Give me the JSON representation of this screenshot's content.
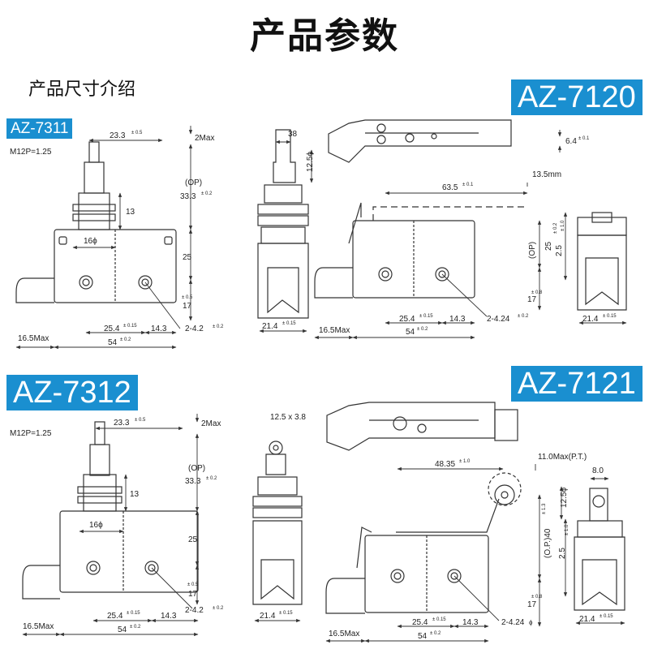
{
  "page": {
    "title": "产品参数",
    "section": "产品尺寸介绍"
  },
  "colors": {
    "badge": "#1a8fd0",
    "line": "#333333"
  },
  "models": {
    "az7311": {
      "label": "AZ-7311",
      "thread": "M12P=1.25",
      "top_width": "23.3",
      "top_width_tol": "± 0.5",
      "travel": "2Max",
      "op_label": "(OP)",
      "op": "33.3",
      "op_tol": "± 0.2",
      "h13": "13",
      "h25": "25",
      "h17": "17",
      "h17_tol": "± 0.5",
      "dia16": "16ϕ",
      "w25": "25.4",
      "w25_tol": "± 0.15",
      "w14": "14.3",
      "w54": "54",
      "w54_tol": "± 0.2",
      "hole": "2-4.2",
      "hole_tol": "± 0.2",
      "max16": "16.5Max",
      "side_38": "38",
      "side_125": "12.5ϕ",
      "side_214": "21.4",
      "side_214_tol": "± 0.15"
    },
    "az7120": {
      "label": "AZ-7120",
      "d64": "6.4",
      "d64_tol": "± 0.1",
      "d135": "13.5mm",
      "d635": "63.5",
      "d635_tol": "± 0.1",
      "op_label": "(OP)",
      "op": "25",
      "op_tol": "± 0.2",
      "d25": "2.5",
      "d25_tol": "± 1.0",
      "h17": "17",
      "h17_tol": "± 0.8",
      "w25": "25.4",
      "w25_tol": "± 0.15",
      "w14": "14.3",
      "w54": "54",
      "w54_tol": "± 0.2",
      "hole": "2-4.24",
      "hole_tol": "± 0.2",
      "max16": "16.5Max",
      "side_214": "21.4",
      "side_214_tol": "± 0.15"
    },
    "az7312": {
      "label": "AZ-7312",
      "thread": "M12P=1.25",
      "top_width": "23.3",
      "top_width_tol": "± 0.5",
      "travel": "2Max",
      "op_label": "(OP)",
      "op": "33.3",
      "op_tol": "± 0.2",
      "h13": "13",
      "h25": "25",
      "h17": "17",
      "h17_tol": "± 0.5",
      "dia16": "16ϕ",
      "w25": "25.4",
      "w25_tol": "± 0.15",
      "w14": "14.3",
      "w54": "54",
      "w54_tol": "± 0.2",
      "hole": "2-4.2",
      "hole_tol": "± 0.2",
      "max16": "16.5Max",
      "side_roller": "12.5 x 3.8",
      "side_214": "21.4",
      "side_214_tol": "± 0.15"
    },
    "az7121": {
      "label": "AZ-7121",
      "d48": "48.35",
      "d48_tol": "± 1.0",
      "d11": "11.0Max(P.T.)",
      "d80": "8.0",
      "d125": "12.5ϕ",
      "op": "(O.P.)40",
      "op_tol": "± 1.3",
      "d25": "2.5",
      "d25_tol": "± 1.0",
      "h17": "17",
      "h17_tol": "± 0.8",
      "w25": "25.4",
      "w25_tol": "± 0.15",
      "w14": "14.3",
      "w54": "54",
      "w54_tol": "± 0.2",
      "hole": "2-4.24",
      "hole_tol": "ϕ",
      "max16": "16.5Max",
      "side_214": "21.4",
      "side_214_tol": "± 0.15"
    }
  }
}
